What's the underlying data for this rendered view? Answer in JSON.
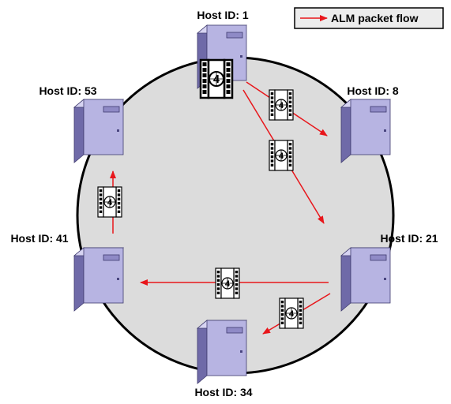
{
  "legend": {
    "label": "ALM packet flow",
    "arrow_color": "#e8161b"
  },
  "ring": {
    "fill": "#dcdcdc",
    "stroke": "#000000"
  },
  "server_colors": {
    "front": "#b7b4e2",
    "side": "#6f6aa8",
    "top": "#d7d4f2",
    "slot": "#8f8ac6"
  },
  "packet_number": "4",
  "hosts": [
    {
      "id": "host-1",
      "label": "Host ID: 1"
    },
    {
      "id": "host-8",
      "label": "Host ID: 8"
    },
    {
      "id": "host-21",
      "label": "Host ID: 21"
    },
    {
      "id": "host-34",
      "label": "Host ID: 34"
    },
    {
      "id": "host-41",
      "label": "Host ID: 41"
    },
    {
      "id": "host-53",
      "label": "Host ID: 53"
    }
  ]
}
